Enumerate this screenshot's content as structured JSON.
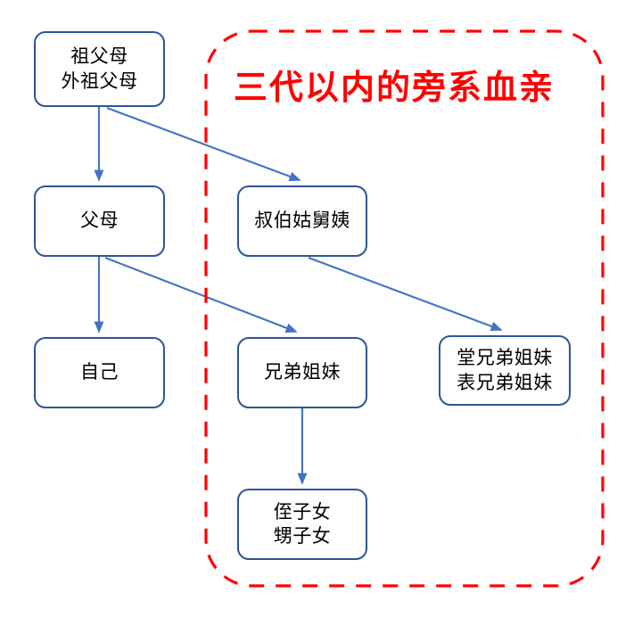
{
  "diagram": {
    "title_text": "三代以内的旁系血亲",
    "colors": {
      "node_border": "#2E5496",
      "node_fill": "#FFFFFF",
      "connector": "#4472C4",
      "region_outline": "#FF0000",
      "text": "#000000",
      "background": "#FFFFFF"
    },
    "region": {
      "label": "三代以内的旁系血亲",
      "style": "dashed-rounded-rectangle",
      "outline_color": "#FF0000"
    },
    "nodes": [
      {
        "id": "grandparents",
        "line1": "祖父母",
        "line2": "外祖父母"
      },
      {
        "id": "parents",
        "line1": "父母",
        "line2": ""
      },
      {
        "id": "uncles-aunts",
        "line1": "叔伯姑舅姨",
        "line2": ""
      },
      {
        "id": "self",
        "line1": "自己",
        "line2": ""
      },
      {
        "id": "siblings",
        "line1": "兄弟姐妹",
        "line2": ""
      },
      {
        "id": "cousins",
        "line1": "堂兄弟姐妹",
        "line2": "表兄弟姐妹"
      },
      {
        "id": "nieces-nephews",
        "line1": "侄子女",
        "line2": "甥子女"
      }
    ],
    "edges": [
      {
        "from": "grandparents",
        "to": "parents"
      },
      {
        "from": "grandparents",
        "to": "uncles-aunts"
      },
      {
        "from": "parents",
        "to": "self"
      },
      {
        "from": "parents",
        "to": "siblings"
      },
      {
        "from": "uncles-aunts",
        "to": "cousins"
      },
      {
        "from": "siblings",
        "to": "nieces-nephews"
      }
    ]
  }
}
